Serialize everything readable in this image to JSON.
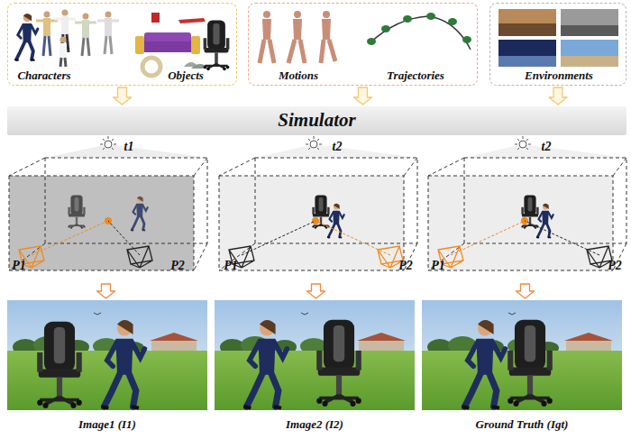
{
  "diagram": {
    "nodes": [
      {
        "text": [
          "Characters",
          "Objects"
        ]
      },
      {
        "text": [
          "Motions",
          "Trajectories"
        ]
      },
      {
        "text": [
          "Environments"
        ]
      },
      {
        "text": [
          "Simulator"
        ]
      },
      {
        "text": [
          "t1",
          "P1",
          "P2"
        ]
      },
      {
        "text": [
          "t2",
          "P1",
          "P2"
        ]
      },
      {
        "text": [
          "t2",
          "P1",
          "P2"
        ]
      },
      {
        "text": [
          "Image1 (I1)"
        ]
      },
      {
        "text": [
          "Image2 (I2)"
        ]
      },
      {
        "text": [
          "Ground Truth (Igt)"
        ]
      }
    ],
    "edges": [
      {
        "from": 0,
        "to": 3,
        "arrow": "to"
      },
      {
        "from": 1,
        "to": 3,
        "arrow": "to"
      },
      {
        "from": 2,
        "to": 3,
        "arrow": "to"
      },
      {
        "from": 4,
        "to": 7,
        "arrow": "to"
      },
      {
        "from": 5,
        "to": 8,
        "arrow": "to"
      },
      {
        "from": 6,
        "to": 9,
        "arrow": "to"
      }
    ]
  }
}
